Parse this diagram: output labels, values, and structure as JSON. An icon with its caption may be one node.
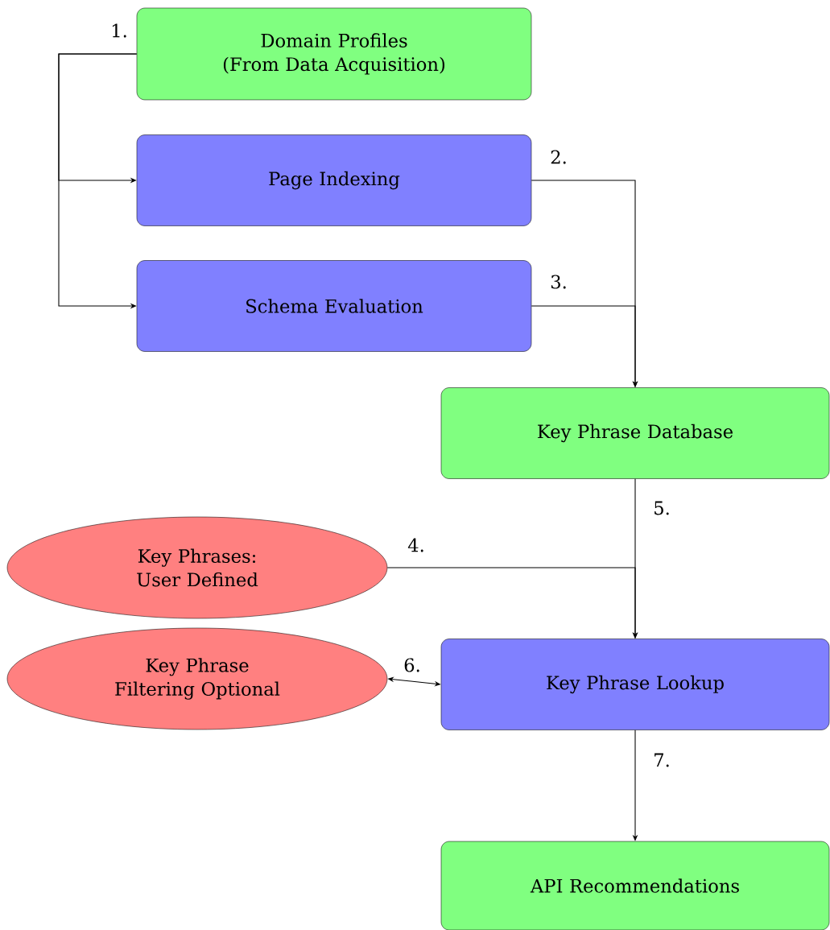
{
  "diagram": {
    "nodes": [
      {
        "text": [
          "Domain Profiles",
          "(From Data Acquisition)"
        ]
      },
      {
        "text": [
          "Page Indexing"
        ]
      },
      {
        "text": [
          "Schema Evaluation"
        ]
      },
      {
        "text": [
          "Key Phrase Database"
        ]
      },
      {
        "text": [
          "Key Phrases: User Defined"
        ]
      },
      {
        "text": [
          "Key Phrase Filtering Optional"
        ]
      },
      {
        "text": [
          "Key Phrase Lookup"
        ]
      },
      {
        "text": [
          "API Recommendations"
        ]
      }
    ],
    "edges": [
      {
        "from": 0,
        "to": 1,
        "arrow": "to",
        "label": "1."
      },
      {
        "from": 0,
        "to": 2,
        "arrow": "to"
      },
      {
        "from": 1,
        "to": 3,
        "arrow": "to",
        "label": "2."
      },
      {
        "from": 2,
        "to": 3,
        "arrow": "to",
        "label": "3."
      },
      {
        "from": 3,
        "to": 6,
        "arrow": "to",
        "label": "5."
      },
      {
        "from": 4,
        "to": 6,
        "arrow": "to",
        "label": "4."
      },
      {
        "from": 5,
        "to": 6,
        "arrow": "both",
        "label": "6."
      },
      {
        "from": 6,
        "to": 7,
        "arrow": "to",
        "label": "7."
      }
    ]
  }
}
